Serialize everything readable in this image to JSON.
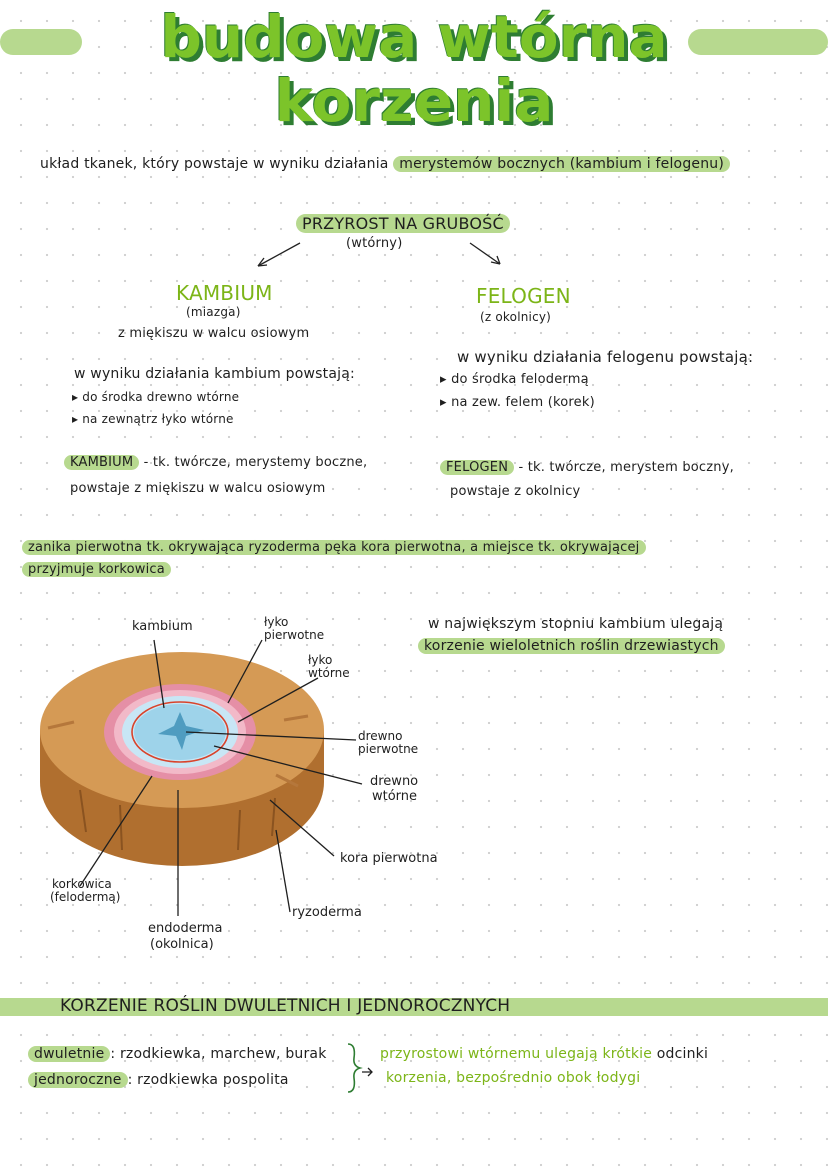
{
  "title": {
    "line1": "budowa wtórna",
    "line2": "korzenia"
  },
  "definition": {
    "lead": "układ tkanek, który powstaje w wyniku działania",
    "highlight": "merystemów bocznych (kambium i felogenu)"
  },
  "growth": {
    "title": "PRZYROST NA GRUBOŚĆ",
    "subtitle": "(wtórny)"
  },
  "kambium": {
    "heading": "KAMBIUM",
    "sub": "(miazga)",
    "origin": "z miękiszu w walcu osiowym",
    "result_intro": "w wyniku działania kambium powstają:",
    "bullets": [
      "do środka drewno wtórne",
      "na zewnątrz łyko wtórne"
    ],
    "def_term": "KAMBIUM",
    "def_line1": "- tk. twórcze, merystemy boczne,",
    "def_line2": "powstaje z miękiszu w walcu osiowym"
  },
  "felogen": {
    "heading": "FELOGEN",
    "sub": "(z okolnicy)",
    "result_intro": "w wyniku działania felogenu powstają:",
    "bullets": [
      "do środka felodermą",
      "na zew. felem (korek)"
    ],
    "def_term": "FELOGEN",
    "def_line1": "- tk. twórcze, merystem boczny,",
    "def_line2": "powstaje z okolnicy"
  },
  "note": {
    "line1": "zanika pierwotna tk. okrywająca ryzoderma pęka kora pierwotna, a miejsce tk. okrywającej",
    "line2": "przyjmuje korkowica"
  },
  "side_note": {
    "line1": "w największym stopniu kambium ulegają",
    "line2": "korzenie wieloletnich roślin drzewiastych"
  },
  "diagram_labels": {
    "kambium": "kambium",
    "lyko_p1": "łyko",
    "lyko_p2": "pierwotne",
    "lyko_w1": "łyko",
    "lyko_w2": "wtórne",
    "drewno_p1": "drewno",
    "drewno_p2": "pierwotne",
    "drewno_w1": "drewno",
    "drewno_w2": "wtórne",
    "kora": "kora pierwotna",
    "korkowica1": "korkowica",
    "korkowica2": "(felodermą)",
    "endoderma1": "endoderma",
    "endoderma2": "(okolnica)",
    "ryzoderma": "ryzoderma"
  },
  "bottom": {
    "heading": "KORZENIE ROŚLIN DWULETNICH I JEDNOROCZNYCH",
    "dwuletnie_label": "dwuletnie",
    "dwuletnie_text": ": rzodkiewka, marchew, burak",
    "jednoroczne_label": "jednoroczne",
    "jednoroczne_text": ": rzodkiewka pospolita",
    "result_line1": "przyrostowi wtórnemu ulegają krótkie",
    "result_line1_end": "odcinki",
    "result_line2": "korzenia, bezpośrednio obok łodygi"
  },
  "colors": {
    "accent_green": "#7cc42a",
    "dark_green": "#2e7d32",
    "highlight": "#b7d98f",
    "cork": "#c98b45",
    "phloem_pink": "#e58fa6",
    "xylem_blue": "#9ed3ea"
  }
}
